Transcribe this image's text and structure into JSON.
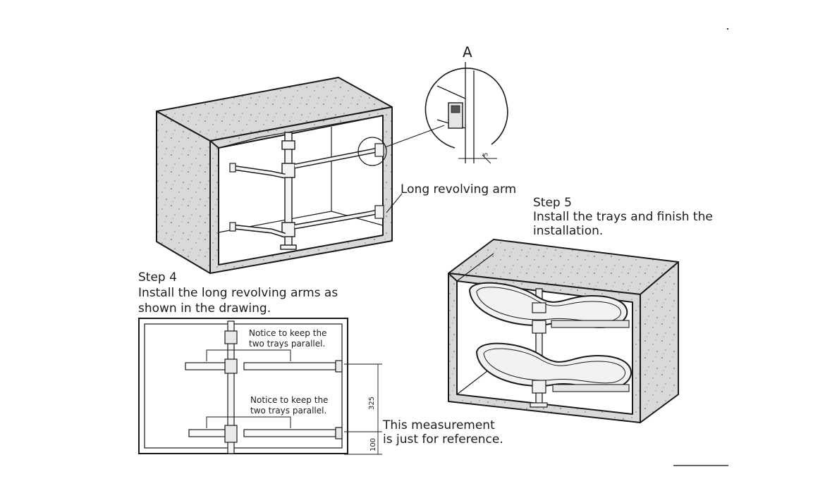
{
  "detail": {
    "label": "A",
    "dim_label": "5"
  },
  "callouts": {
    "long_arm": "Long revolving arm"
  },
  "step4": {
    "title": "Step 4",
    "line1": "Install the long revolving arms as",
    "line2": "shown in the drawing."
  },
  "step5": {
    "title": "Step 5",
    "line1": "Install the trays and finish the",
    "line2": "installation."
  },
  "plan": {
    "notice_top_1": "Notice to keep the",
    "notice_top_2": "two trays parallel.",
    "notice_bottom_1": "Notice to keep the",
    "notice_bottom_2": "two trays parallel.",
    "dim_325": "325",
    "dim_100": "100",
    "reference_1": "This measurement",
    "reference_2": "is just for reference."
  },
  "colors": {
    "line": "#1a1a1a",
    "surface_texture": "#bdbdbd",
    "surface_light": "#e2e2e2"
  }
}
